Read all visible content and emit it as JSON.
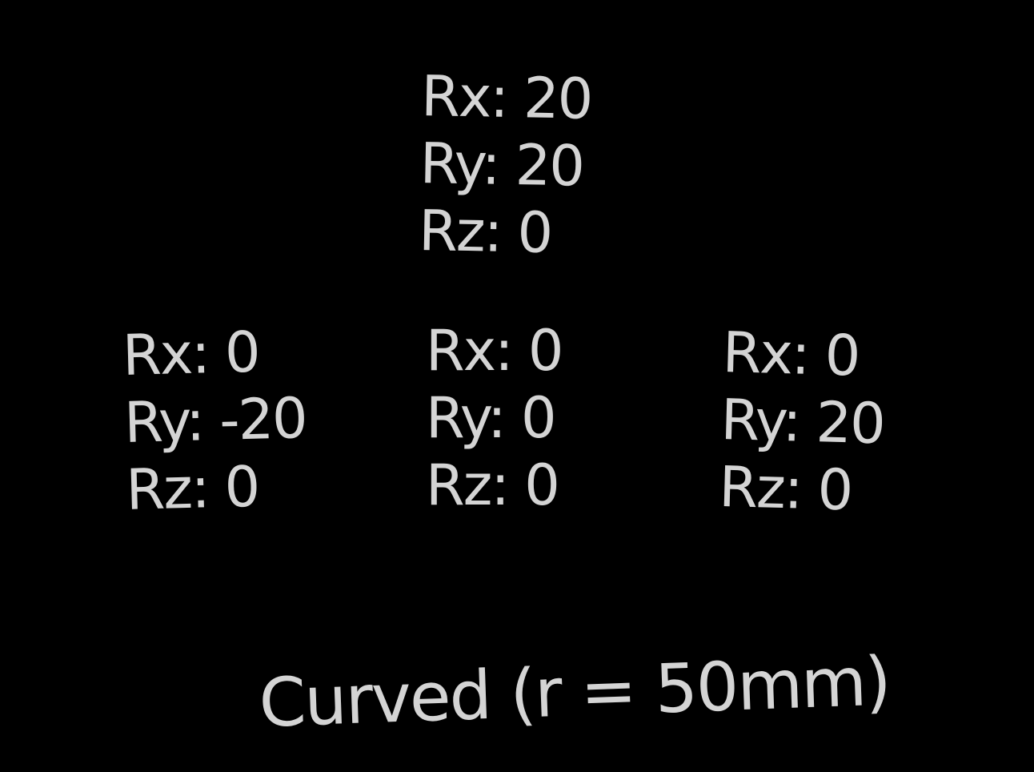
{
  "colors": {
    "background": "#000000",
    "text": "#d4d4d4"
  },
  "blocks": {
    "top": {
      "rx": "Rx: 20",
      "ry": "Ry: 20",
      "rz": "Rz: 0"
    },
    "left": {
      "rx": "Rx: 0",
      "ry": "Ry: -20",
      "rz": "Rz: 0"
    },
    "center": {
      "rx": "Rx: 0",
      "ry": "Ry: 0",
      "rz": "Rz: 0"
    },
    "right": {
      "rx": "Rx: 0",
      "ry": "Ry: 20",
      "rz": "Rz: 0"
    }
  },
  "caption": "Curved (r = 50mm)"
}
